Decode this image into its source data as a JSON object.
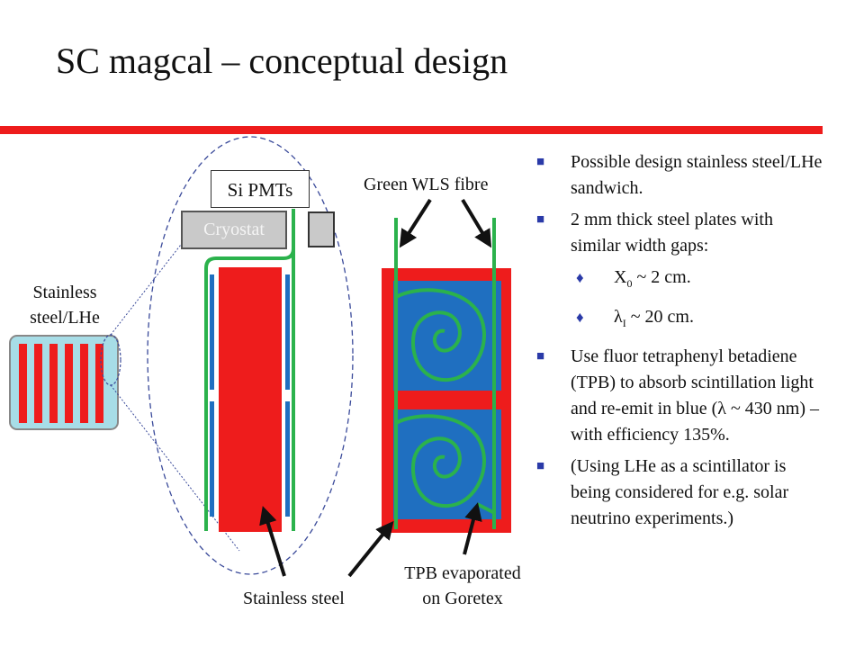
{
  "title": "SC magcal – conceptual design",
  "colors": {
    "accent_rule": "#ee1c1c",
    "steel_red": "#ee1c1c",
    "goretex_blue": "#1f6fc0",
    "fibre_green": "#2bb24c",
    "bullet_blue": "#2a3aa8"
  },
  "diagram": {
    "label_stainless_line1": "Stainless",
    "label_stainless_line2": "steel/LHe",
    "label_si_pmts": "Si PMTs",
    "label_cryostat": "Cryostat",
    "label_green_wls": "Green WLS fibre",
    "label_stainless_steel": "Stainless steel",
    "label_tpb_line1": "TPB evaporated",
    "label_tpb_line2": "on Goretex"
  },
  "bullets": [
    {
      "marker_icon": "square-bullet-icon",
      "text": "Possible design stainless steel/LHe sandwich."
    },
    {
      "marker_icon": "square-bullet-icon",
      "text": "2 mm thick steel plates with similar width gaps:",
      "sub": [
        {
          "marker_icon": "diamond-bullet-icon",
          "symbol": "X",
          "subscript": "0",
          "rest": " ~ 2 cm."
        },
        {
          "marker_icon": "diamond-bullet-icon",
          "symbol": "λ",
          "subscript": "I",
          "rest": " ~ 20 cm."
        }
      ]
    },
    {
      "marker_icon": "square-bullet-icon",
      "text": "Use fluor tetraphenyl betadiene (TPB) to absorb scintillation light and re-emit in blue (λ ~ 430 nm) – with efficiency 135%."
    },
    {
      "marker_icon": "square-bullet-icon",
      "text": "(Using LHe as a scintillator is being considered for e.g. solar neutrino experiments.)"
    }
  ]
}
